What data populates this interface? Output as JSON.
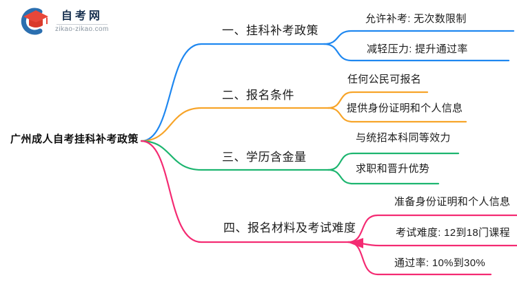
{
  "logo": {
    "site_name": "自考网",
    "site_url": "zikao-zikao.com"
  },
  "central_topic": "广州成人自考挂科补考政策",
  "branches": [
    {
      "label": "一、挂科补考政策",
      "color": "#1E87F0",
      "children": [
        "允许补考: 无次数限制",
        "减轻压力: 提升通过率"
      ]
    },
    {
      "label": "二、报名条件",
      "color": "#F7A428",
      "children": [
        "任何公民可报名",
        "提供身份证明和个人信息"
      ]
    },
    {
      "label": "三、学历含金量",
      "color": "#1CB56F",
      "children": [
        "与统招本科同等效力",
        "求职和晋升优势"
      ]
    },
    {
      "label": "四、报名材料及考试难度",
      "color": "#F42A72",
      "children": [
        "准备身份证明和个人信息",
        "考试难度: 12到18门课程",
        "通过率: 10%到30%"
      ]
    }
  ]
}
